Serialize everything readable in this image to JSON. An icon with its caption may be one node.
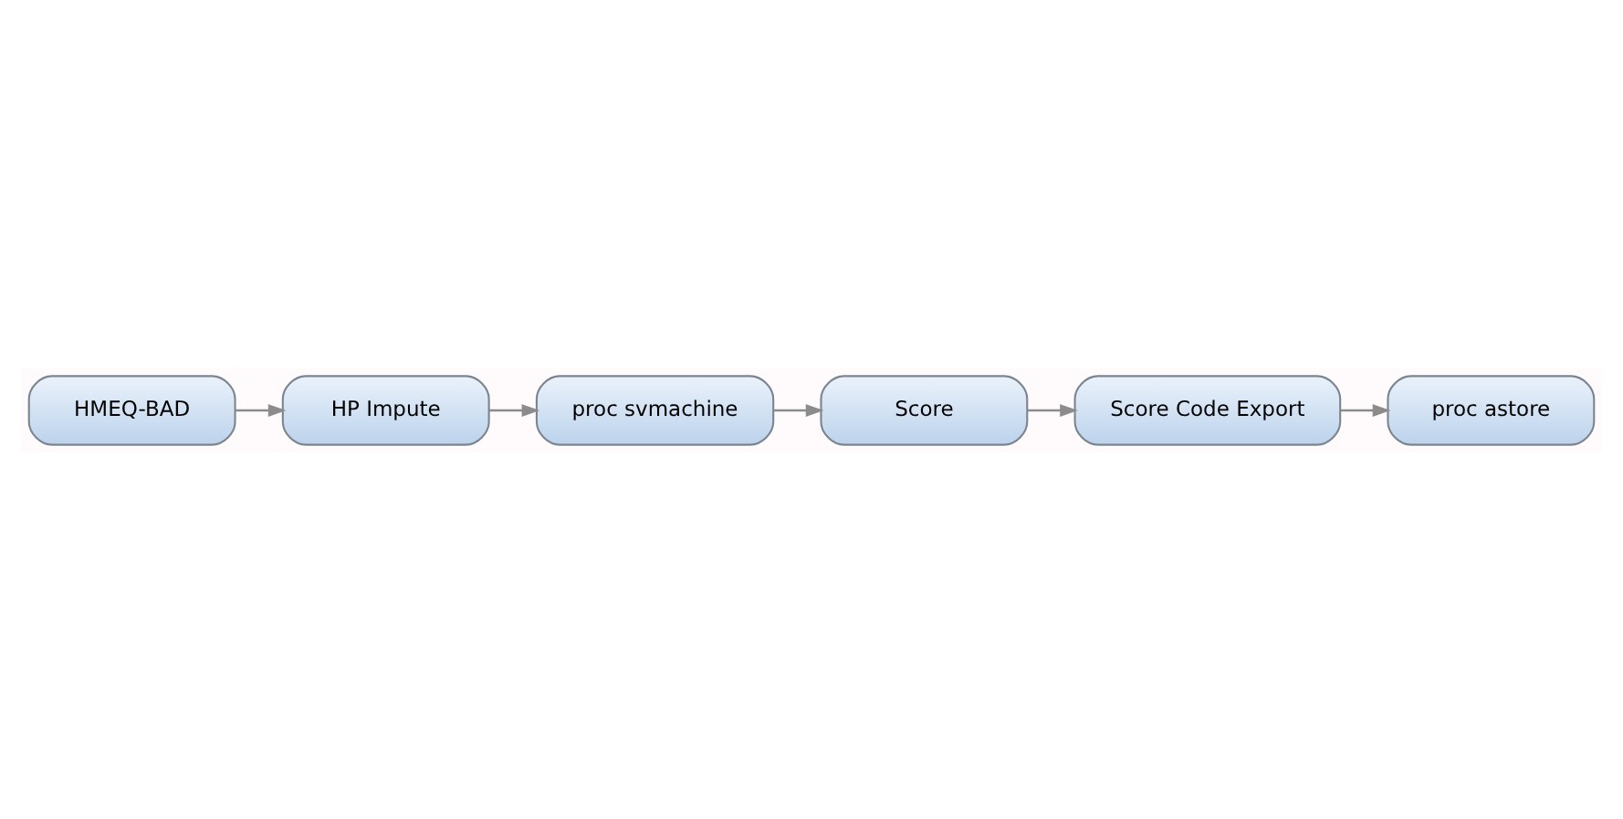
{
  "diagram": {
    "nodes": [
      {
        "text": [
          "HMEQ-BAD"
        ]
      },
      {
        "text": [
          "HP Impute"
        ]
      },
      {
        "text": [
          "proc svmachine"
        ]
      },
      {
        "text": [
          "Score"
        ]
      },
      {
        "text": [
          "Score Code Export"
        ]
      },
      {
        "text": [
          "proc astore"
        ]
      }
    ],
    "edges": [
      {
        "from": 0,
        "to": 1,
        "arrow": "to"
      },
      {
        "from": 1,
        "to": 2,
        "arrow": "to"
      },
      {
        "from": 2,
        "to": 3,
        "arrow": "to"
      },
      {
        "from": 3,
        "to": 4,
        "arrow": "to"
      },
      {
        "from": 4,
        "to": 5,
        "arrow": "to"
      }
    ]
  }
}
